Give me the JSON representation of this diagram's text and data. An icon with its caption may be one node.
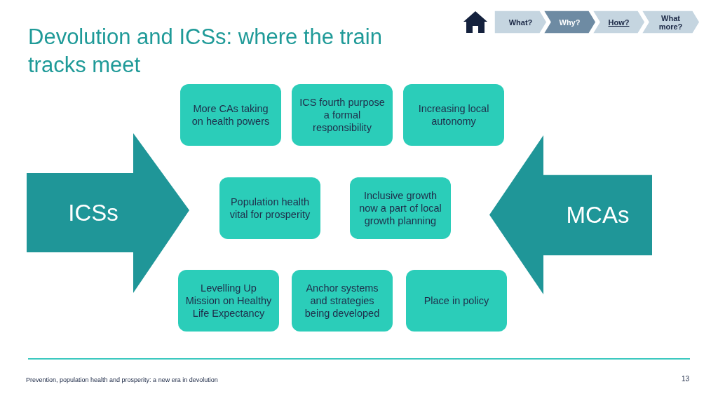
{
  "diagram": {
    "title": "Devolution and ICSs: where the train tracks meet",
    "nodes": [
      {
        "text": [
          "What?"
        ]
      },
      {
        "text": [
          "Why?"
        ]
      },
      {
        "text": [
          "How?"
        ]
      },
      {
        "text": [
          "What more?"
        ]
      },
      {
        "text": [
          "More CAs taking on health powers"
        ]
      },
      {
        "text": [
          "ICS fourth purpose a formal responsibility"
        ]
      },
      {
        "text": [
          "Increasing local autonomy"
        ]
      },
      {
        "text": [
          "ICSs"
        ]
      },
      {
        "text": [
          "Population health vital for prosperity"
        ]
      },
      {
        "text": [
          "Inclusive growth now a part of local growth planning"
        ]
      },
      {
        "text": [
          "MCAs"
        ]
      },
      {
        "text": [
          "Levelling Up Mission on Healthy Life Expectancy"
        ]
      },
      {
        "text": [
          "Anchor systems and strategies being developed"
        ]
      },
      {
        "text": [
          "Place in policy"
        ]
      }
    ],
    "edges": [],
    "labels": [
      "Prevention, population health and prosperity: a new era in devolution",
      "13"
    ]
  }
}
